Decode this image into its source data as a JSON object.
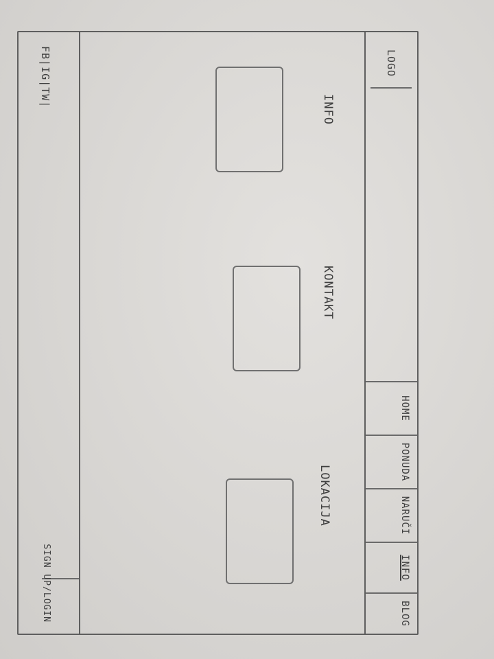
{
  "header": {
    "logo": "LOGO",
    "nav": [
      "HOME",
      "PONUDA",
      "NARUČI",
      "INFO",
      "BLOG"
    ]
  },
  "content": {
    "labels": [
      "INFO",
      "KONTAKT",
      "LOKACIJA"
    ]
  },
  "footer": {
    "social": "FB|IG|TW|",
    "signup": "SIGN UP/LOGIN"
  }
}
